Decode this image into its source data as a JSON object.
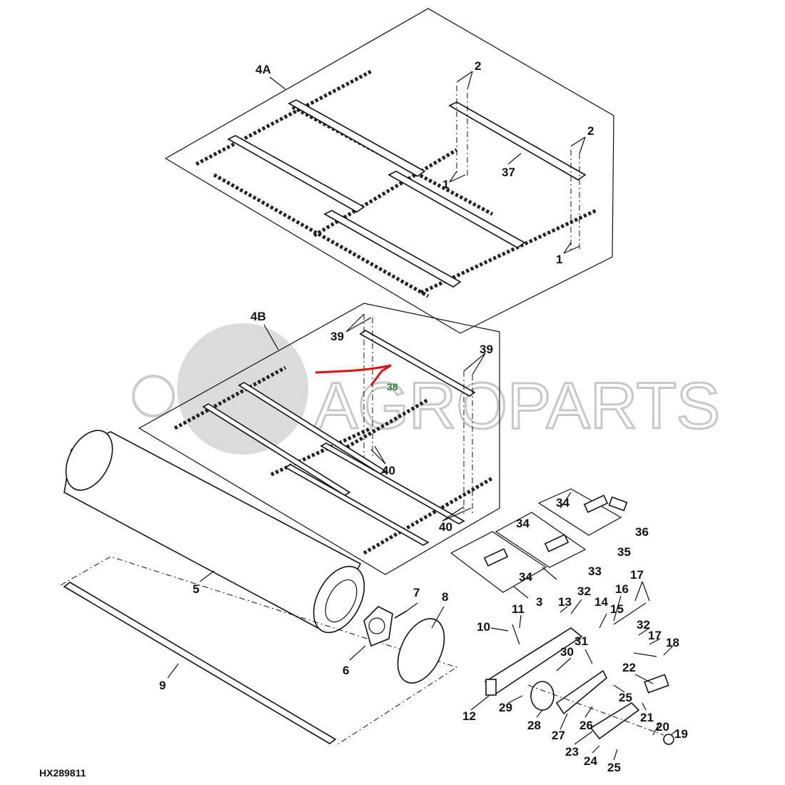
{
  "diagram_id": "HX289811",
  "watermark": "AGROPARTS",
  "annotation_color": "#e01010",
  "callouts": [
    "4A",
    "2",
    "2",
    "37",
    "1",
    "1",
    "4B",
    "39",
    "39",
    "38",
    "40",
    "40",
    "34",
    "36",
    "35",
    "34",
    "33",
    "34",
    "3",
    "5",
    "7",
    "8",
    "13",
    "32",
    "14",
    "16",
    "17",
    "15",
    "32",
    "17",
    "18",
    "11",
    "10",
    "30",
    "31",
    "22",
    "6",
    "9",
    "25",
    "29",
    "12",
    "28",
    "27",
    "26",
    "21",
    "20",
    "19",
    "23",
    "24",
    "25"
  ]
}
